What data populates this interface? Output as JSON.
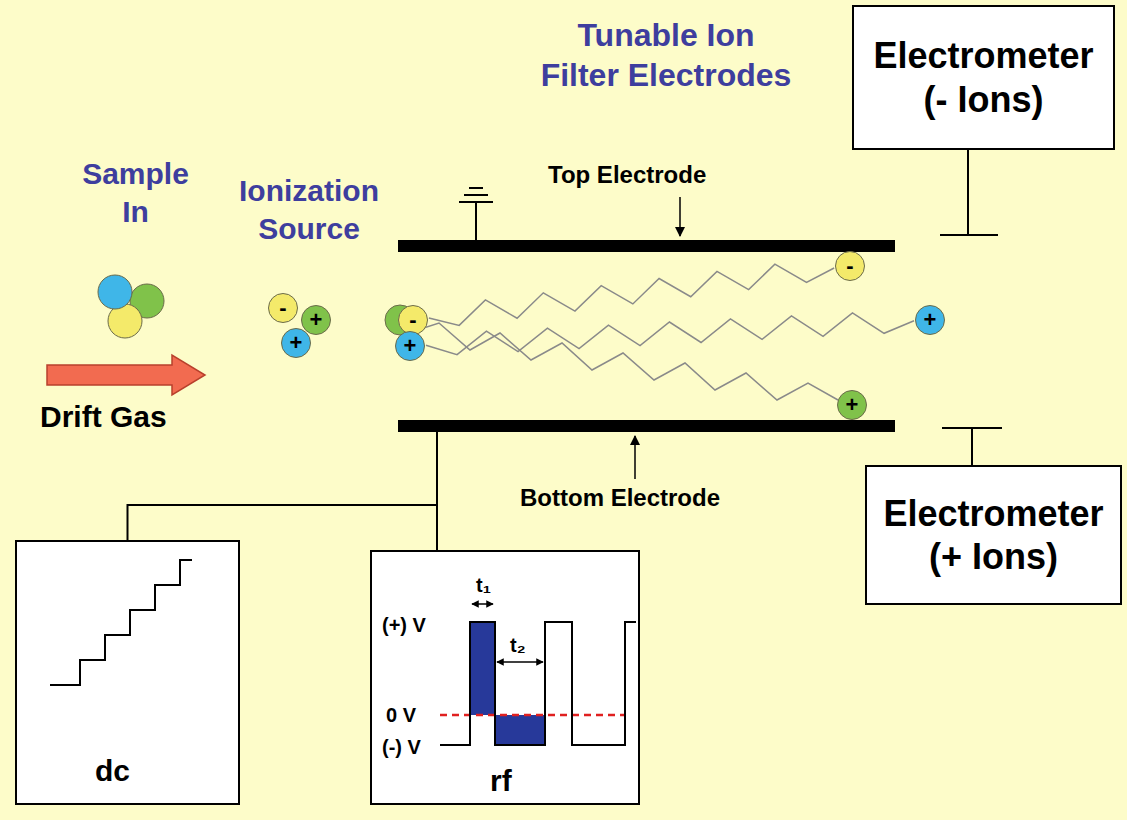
{
  "diagram": {
    "nodes": [
      {
        "text": [
          "Electrometer (- Ions)"
        ]
      },
      {
        "text": [
          "-"
        ]
      },
      {
        "text": [
          "+"
        ]
      },
      {
        "text": [
          "+"
        ]
      },
      {
        "text": [
          "-"
        ]
      },
      {
        "text": [
          "+"
        ]
      },
      {
        "text": [
          "-"
        ]
      },
      {
        "text": [
          "+"
        ]
      },
      {
        "text": [
          "+"
        ]
      },
      {
        "text": [
          "Electrometer (+ Ions)"
        ]
      },
      {
        "text": [
          "dc"
        ]
      },
      {
        "text": [
          "(+) V",
          "t₁",
          "t₂",
          "0 V",
          "(-) V",
          "rf"
        ]
      }
    ],
    "edges": [
      {
        "from": 4,
        "to": 6,
        "arrow": "none"
      },
      {
        "from": 5,
        "to": 7,
        "arrow": "none"
      },
      {
        "from": 10,
        "to": 11,
        "arrow": "none"
      }
    ],
    "labels": [
      "Tunable Ion Filter Electrodes",
      "Sample In",
      "Ionization Source",
      "Top Electrode",
      "Drift Gas",
      "Bottom Electrode"
    ]
  }
}
